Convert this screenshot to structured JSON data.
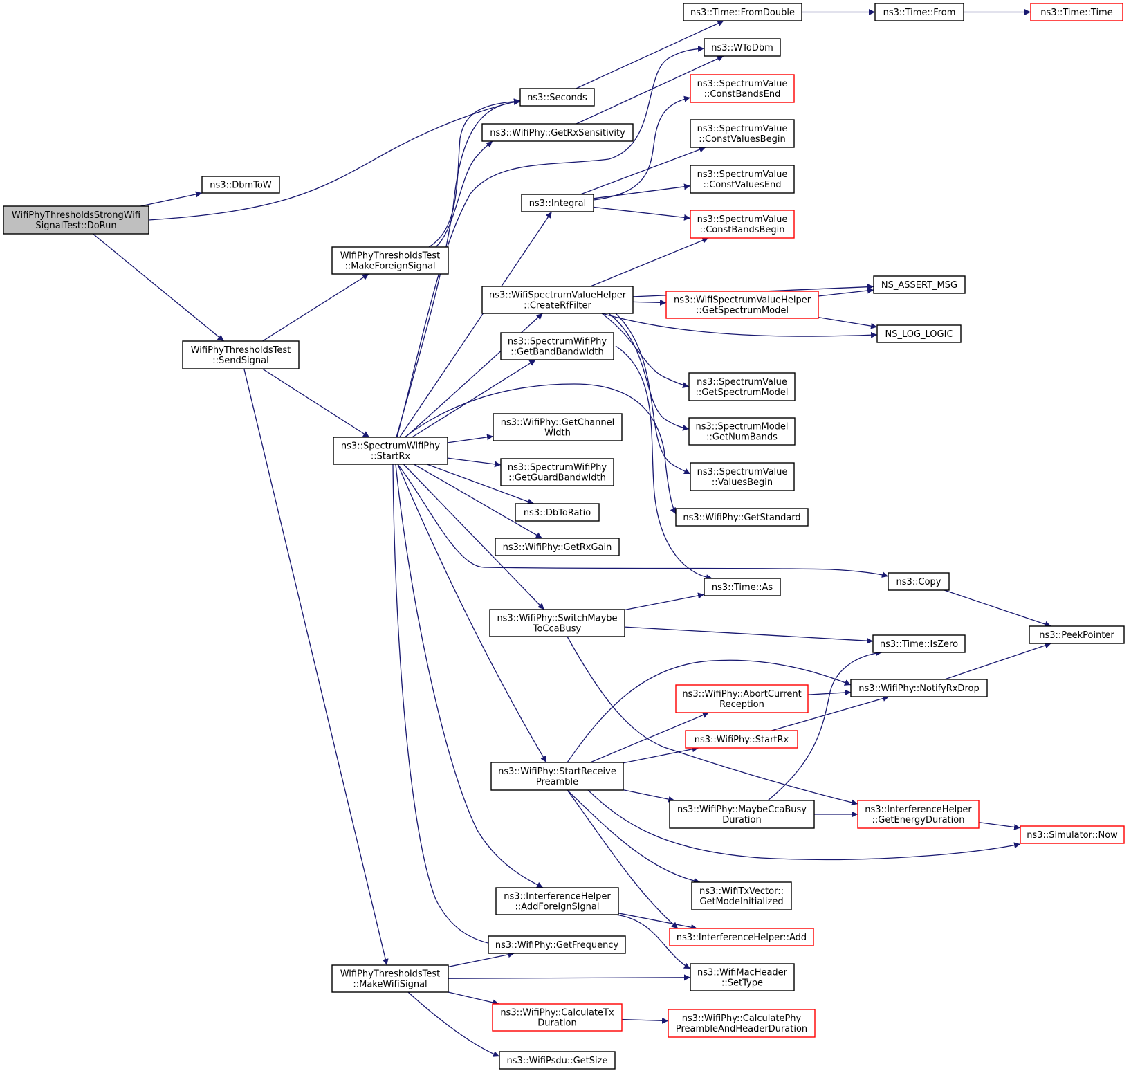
{
  "colors": {
    "edge": "#191970",
    "node_border": "#000000",
    "node_fill": "#ffffff",
    "truncated_border": "#ff0000",
    "root_fill": "#bfbfbf"
  },
  "nodes": [
    {
      "id": "root",
      "lines": [
        "WifiPhyThresholdsStrongWifi",
        "SignalTest::DoRun"
      ],
      "style": "root"
    },
    {
      "id": "dbmtow",
      "lines": [
        "ns3::DbmToW"
      ]
    },
    {
      "id": "seconds",
      "lines": [
        "ns3::Seconds"
      ]
    },
    {
      "id": "sendsignal",
      "lines": [
        "WifiPhyThresholdsTest",
        "::SendSignal"
      ]
    },
    {
      "id": "makeforeign",
      "lines": [
        "WifiPhyThresholdsTest",
        "::MakeForeignSignal"
      ]
    },
    {
      "id": "startrx",
      "lines": [
        "ns3::SpectrumWifiPhy",
        "::StartRx"
      ]
    },
    {
      "id": "makewifi",
      "lines": [
        "WifiPhyThresholdsTest",
        "::MakeWifiSignal"
      ]
    },
    {
      "id": "fromdouble",
      "lines": [
        "ns3::Time::FromDouble"
      ]
    },
    {
      "id": "from",
      "lines": [
        "ns3::Time::From"
      ]
    },
    {
      "id": "time",
      "lines": [
        "ns3::Time::Time"
      ],
      "style": "truncated"
    },
    {
      "id": "wtodbm",
      "lines": [
        "ns3::WToDbm"
      ]
    },
    {
      "id": "getrxsens",
      "lines": [
        "ns3::WifiPhy::GetRxSensitivity"
      ]
    },
    {
      "id": "integral",
      "lines": [
        "ns3::Integral"
      ]
    },
    {
      "id": "constbandsend",
      "lines": [
        "ns3::SpectrumValue",
        "::ConstBandsEnd"
      ],
      "style": "truncated"
    },
    {
      "id": "constvalbegin",
      "lines": [
        "ns3::SpectrumValue",
        "::ConstValuesBegin"
      ]
    },
    {
      "id": "constvalend",
      "lines": [
        "ns3::SpectrumValue",
        "::ConstValuesEnd"
      ]
    },
    {
      "id": "constbandsbegin",
      "lines": [
        "ns3::SpectrumValue",
        "::ConstBandsBegin"
      ],
      "style": "truncated"
    },
    {
      "id": "createrf",
      "lines": [
        "ns3::WifiSpectrumValueHelper",
        "::CreateRfFilter"
      ]
    },
    {
      "id": "getspecmodelhelper",
      "lines": [
        "ns3::WifiSpectrumValueHelper",
        "::GetSpectrumModel"
      ],
      "style": "truncated"
    },
    {
      "id": "nsassert",
      "lines": [
        "NS_ASSERT_MSG"
      ]
    },
    {
      "id": "nslog",
      "lines": [
        "NS_LOG_LOGIC"
      ]
    },
    {
      "id": "getbandbw",
      "lines": [
        "ns3::SpectrumWifiPhy",
        "::GetBandBandwidth"
      ]
    },
    {
      "id": "getspecmodel",
      "lines": [
        "ns3::SpectrumValue",
        "::GetSpectrumModel"
      ]
    },
    {
      "id": "getnumbands",
      "lines": [
        "ns3::SpectrumModel",
        "::GetNumBands"
      ]
    },
    {
      "id": "valuesbegin",
      "lines": [
        "ns3::SpectrumValue",
        "::ValuesBegin"
      ]
    },
    {
      "id": "getstandard",
      "lines": [
        "ns3::WifiPhy::GetStandard"
      ]
    },
    {
      "id": "getchanwidth",
      "lines": [
        "ns3::WifiPhy::GetChannel",
        "Width"
      ]
    },
    {
      "id": "getguardbw",
      "lines": [
        "ns3::SpectrumWifiPhy",
        "::GetGuardBandwidth"
      ]
    },
    {
      "id": "dbtoratio",
      "lines": [
        "ns3::DbToRatio"
      ]
    },
    {
      "id": "getrxgain",
      "lines": [
        "ns3::WifiPhy::GetRxGain"
      ]
    },
    {
      "id": "copy",
      "lines": [
        "ns3::Copy"
      ]
    },
    {
      "id": "timeas",
      "lines": [
        "ns3::Time::As"
      ]
    },
    {
      "id": "switchcca",
      "lines": [
        "ns3::WifiPhy::SwitchMaybe",
        "ToCcaBusy"
      ]
    },
    {
      "id": "iszero",
      "lines": [
        "ns3::Time::IsZero"
      ]
    },
    {
      "id": "peekpointer",
      "lines": [
        "ns3::PeekPointer"
      ]
    },
    {
      "id": "notifyrxdrop",
      "lines": [
        "ns3::WifiPhy::NotifyRxDrop"
      ]
    },
    {
      "id": "abortcurrent",
      "lines": [
        "ns3::WifiPhy::AbortCurrent",
        "Reception"
      ],
      "style": "truncated"
    },
    {
      "id": "wifistartrx",
      "lines": [
        "ns3::WifiPhy::StartRx"
      ],
      "style": "truncated"
    },
    {
      "id": "startreceive",
      "lines": [
        "ns3::WifiPhy::StartReceive",
        "Preamble"
      ]
    },
    {
      "id": "maybecca",
      "lines": [
        "ns3::WifiPhy::MaybeCcaBusy",
        "Duration"
      ]
    },
    {
      "id": "getenergy",
      "lines": [
        "ns3::InterferenceHelper",
        "::GetEnergyDuration"
      ],
      "style": "truncated"
    },
    {
      "id": "simnow",
      "lines": [
        "ns3::Simulator::Now"
      ],
      "style": "truncated"
    },
    {
      "id": "getmodeinit",
      "lines": [
        "ns3::WifiTxVector::",
        "GetModeInitialized"
      ]
    },
    {
      "id": "addforeign",
      "lines": [
        "ns3::InterferenceHelper",
        "::AddForeignSignal"
      ]
    },
    {
      "id": "ihadd",
      "lines": [
        "ns3::InterferenceHelper::Add"
      ],
      "style": "truncated"
    },
    {
      "id": "getfreq",
      "lines": [
        "ns3::WifiPhy::GetFrequency"
      ]
    },
    {
      "id": "settype",
      "lines": [
        "ns3::WifiMacHeader",
        "::SetType"
      ]
    },
    {
      "id": "calctx",
      "lines": [
        "ns3::WifiPhy::CalculateTx",
        "Duration"
      ],
      "style": "truncated"
    },
    {
      "id": "calcphy",
      "lines": [
        "ns3::WifiPhy::CalculatePhy",
        "PreambleAndHeaderDuration"
      ],
      "style": "truncated"
    },
    {
      "id": "getsize",
      "lines": [
        "ns3::WifiPsdu::GetSize"
      ]
    }
  ],
  "edges": [
    [
      "root",
      "dbmtow"
    ],
    [
      "root",
      "seconds"
    ],
    [
      "root",
      "sendsignal"
    ],
    [
      "sendsignal",
      "makeforeign"
    ],
    [
      "sendsignal",
      "startrx"
    ],
    [
      "sendsignal",
      "makewifi"
    ],
    [
      "makeforeign",
      "seconds"
    ],
    [
      "makeforeign",
      "getrxsens"
    ],
    [
      "seconds",
      "fromdouble"
    ],
    [
      "fromdouble",
      "from"
    ],
    [
      "from",
      "time"
    ],
    [
      "getrxsens",
      "wtodbm"
    ],
    [
      "startrx",
      "seconds"
    ],
    [
      "startrx",
      "wtodbm"
    ],
    [
      "startrx",
      "integral"
    ],
    [
      "startrx",
      "createrf"
    ],
    [
      "startrx",
      "getbandbw"
    ],
    [
      "startrx",
      "getstandard"
    ],
    [
      "startrx",
      "getchanwidth"
    ],
    [
      "startrx",
      "getguardbw"
    ],
    [
      "startrx",
      "dbtoratio"
    ],
    [
      "startrx",
      "getrxgain"
    ],
    [
      "startrx",
      "copy"
    ],
    [
      "startrx",
      "switchcca"
    ],
    [
      "startrx",
      "startreceive"
    ],
    [
      "startrx",
      "addforeign"
    ],
    [
      "startrx",
      "getfreq"
    ],
    [
      "integral",
      "constbandsend"
    ],
    [
      "integral",
      "constvalbegin"
    ],
    [
      "integral",
      "constvalend"
    ],
    [
      "integral",
      "constbandsbegin"
    ],
    [
      "createrf",
      "constbandsbegin"
    ],
    [
      "createrf",
      "nsassert"
    ],
    [
      "createrf",
      "getspecmodelhelper"
    ],
    [
      "createrf",
      "nslog"
    ],
    [
      "createrf",
      "getspecmodel"
    ],
    [
      "createrf",
      "getnumbands"
    ],
    [
      "createrf",
      "valuesbegin"
    ],
    [
      "getspecmodelhelper",
      "nsassert"
    ],
    [
      "getspecmodelhelper",
      "nslog"
    ],
    [
      "getbandbw",
      "timeas"
    ],
    [
      "copy",
      "peekpointer"
    ],
    [
      "switchcca",
      "timeas"
    ],
    [
      "switchcca",
      "iszero"
    ],
    [
      "switchcca",
      "getenergy"
    ],
    [
      "notifyrxdrop",
      "peekpointer"
    ],
    [
      "startreceive",
      "notifyrxdrop"
    ],
    [
      "startreceive",
      "abortcurrent"
    ],
    [
      "startreceive",
      "wifistartrx"
    ],
    [
      "startreceive",
      "maybecca"
    ],
    [
      "startreceive",
      "simnow"
    ],
    [
      "startreceive",
      "getmodeinit"
    ],
    [
      "startreceive",
      "ihadd"
    ],
    [
      "abortcurrent",
      "notifyrxdrop"
    ],
    [
      "wifistartrx",
      "notifyrxdrop"
    ],
    [
      "maybecca",
      "iszero"
    ],
    [
      "maybecca",
      "getenergy"
    ],
    [
      "getenergy",
      "simnow"
    ],
    [
      "addforeign",
      "ihadd"
    ],
    [
      "addforeign",
      "settype"
    ],
    [
      "makewifi",
      "getfreq"
    ],
    [
      "makewifi",
      "settype"
    ],
    [
      "makewifi",
      "calctx"
    ],
    [
      "makewifi",
      "getsize"
    ],
    [
      "calctx",
      "calcphy"
    ]
  ]
}
